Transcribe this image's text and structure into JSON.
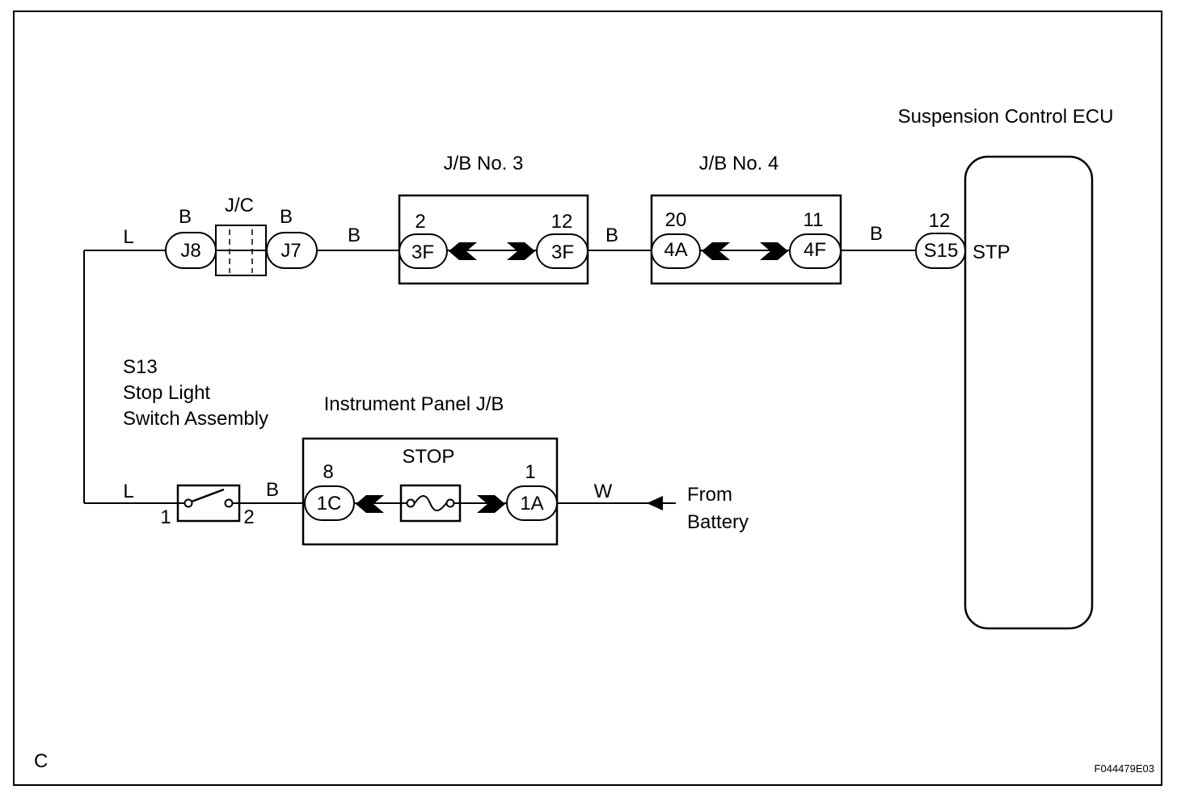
{
  "ecu": {
    "title": "Suspension Control ECU",
    "pin_number": "12",
    "connector": "S15",
    "terminal": "STP"
  },
  "jb3": {
    "title": "J/B No. 3",
    "left_pin": "2",
    "left_connector": "3F",
    "right_pin": "12",
    "right_connector": "3F"
  },
  "jb4": {
    "title": "J/B No. 4",
    "left_pin": "20",
    "left_connector": "4A",
    "right_pin": "11",
    "right_connector": "4F"
  },
  "jc": {
    "title": "J/C",
    "left_connector": "J8",
    "right_connector": "J7",
    "left_wire": "B",
    "right_wire": "B"
  },
  "wires": {
    "top_left": "L",
    "jc_to_jb3": "B",
    "jb3_to_jb4": "B",
    "jb4_to_ecu": "B",
    "switch_left": "L",
    "switch_to_ipjb": "B",
    "battery_wire": "W"
  },
  "switch": {
    "code": "S13",
    "name_line1": "Stop Light",
    "name_line2": "Switch Assembly",
    "pin_left": "1",
    "pin_right": "2"
  },
  "ipjb": {
    "title": "Instrument Panel J/B",
    "fuse": "STOP",
    "left_pin": "8",
    "left_connector": "1C",
    "right_pin": "1",
    "right_connector": "1A"
  },
  "battery": {
    "line1": "From",
    "line2": "Battery"
  },
  "corner_letter": "C",
  "figure_code": "F044479E03"
}
